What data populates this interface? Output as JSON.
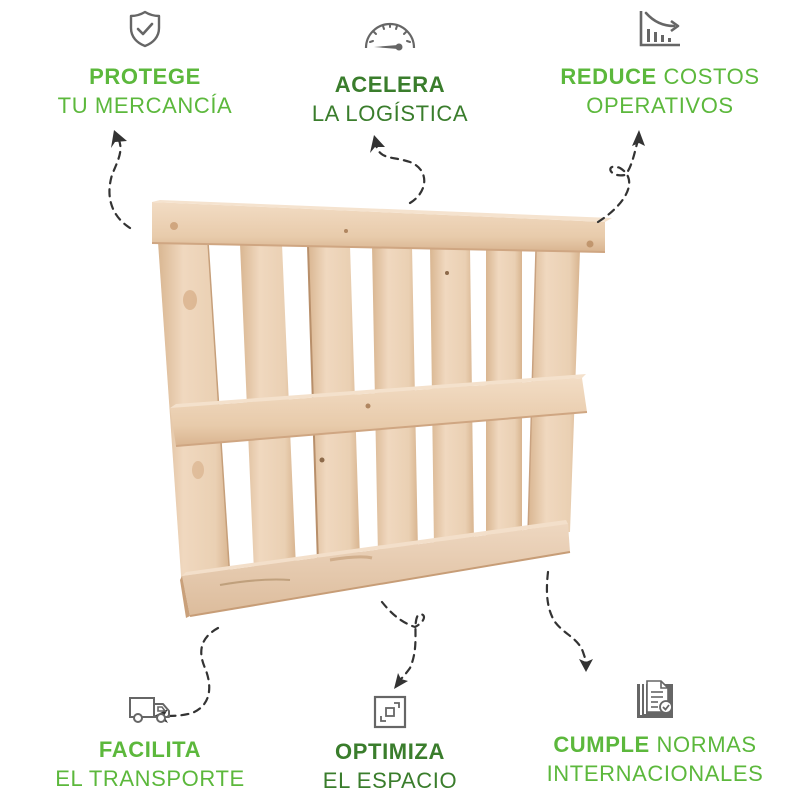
{
  "colors": {
    "bright_green": "#5cb83c",
    "dark_green": "#3a7d2c",
    "icon_gray": "#666666",
    "arrow_dark": "#333333",
    "wood_light": "#ecd2b6",
    "wood_mid": "#e2bf9d",
    "wood_shadow": "#c9a07a"
  },
  "center_image": {
    "subject": "wooden pallet",
    "description": "Pine wood pallet with 7 vertical slats and 3 horizontal stringers"
  },
  "features": [
    {
      "id": "protege",
      "icon": "shield-check-icon",
      "bold": "PROTEGE",
      "rest_line1": "",
      "line2": "TU MERCANCÍA",
      "color": "#5cb83c"
    },
    {
      "id": "acelera",
      "icon": "speedometer-icon",
      "bold": "ACELERA",
      "rest_line1": "",
      "line2": "LA LOGÍSTICA",
      "color": "#3a7d2c"
    },
    {
      "id": "reduce",
      "icon": "declining-chart-icon",
      "bold": "REDUCE",
      "rest_line1": " COSTOS",
      "line2": "OPERATIVOS",
      "color": "#5cb83c"
    },
    {
      "id": "facilita",
      "icon": "delivery-truck-icon",
      "bold": "FACILITA",
      "rest_line1": "",
      "line2": "EL TRANSPORTE",
      "color": "#5cb83c"
    },
    {
      "id": "optimiza",
      "icon": "expand-square-icon",
      "bold": "OPTIMIZA",
      "rest_line1": "",
      "line2": "EL ESPACIO",
      "color": "#3a7d2c"
    },
    {
      "id": "cumple",
      "icon": "certified-document-icon",
      "bold": "CUMPLE",
      "rest_line1": " NORMAS",
      "line2": "INTERNACIONALES",
      "color": "#5cb83c"
    }
  ]
}
